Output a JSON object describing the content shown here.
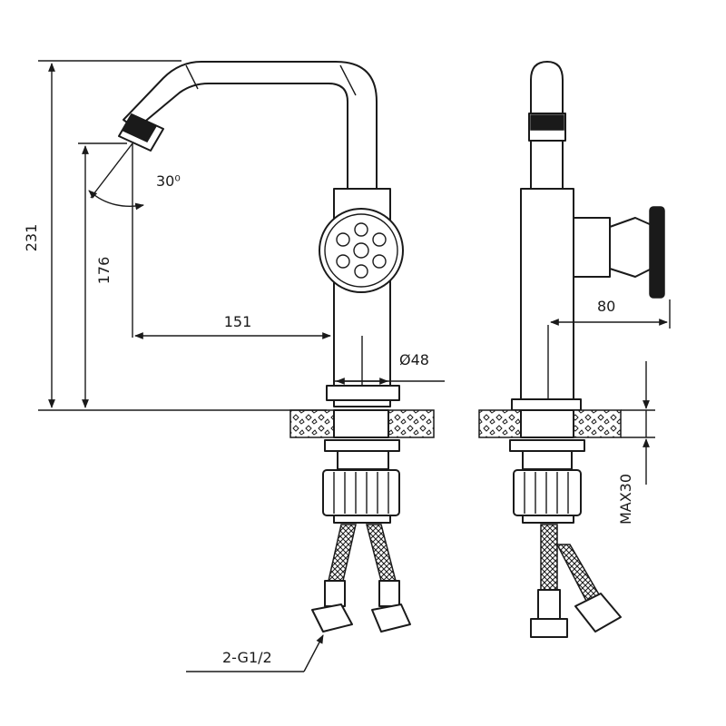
{
  "dimensions": {
    "total_height": "231",
    "spout_height": "176",
    "spout_reach": "151",
    "spout_angle": "30⁰",
    "base_diameter": "Ø48",
    "handle_projection": "80",
    "max_counter_thickness": "MAX30",
    "connection_thread": "2-G1/2"
  },
  "views": [
    "front-view",
    "side-view"
  ]
}
